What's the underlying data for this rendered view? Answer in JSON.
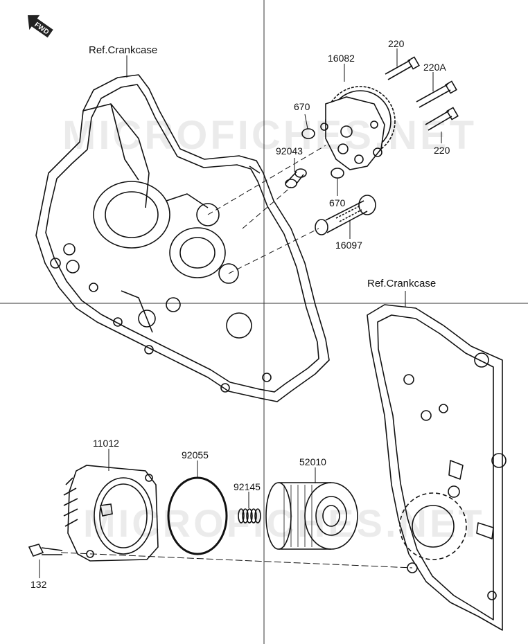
{
  "direction_badge": "FWD",
  "references": {
    "upper": "Ref.Crankcase",
    "lower": "Ref.Crankcase"
  },
  "parts": {
    "p16082": "16082",
    "p220_top": "220",
    "p220a": "220A",
    "p220_bottom": "220",
    "p670_top": "670",
    "p92043": "92043",
    "p670_bottom": "670",
    "p16097": "16097",
    "p11012": "11012",
    "p92055": "92055",
    "p92145": "92145",
    "p52010": "52010",
    "p132": "132"
  },
  "watermark": "MICROFICHES.NET"
}
